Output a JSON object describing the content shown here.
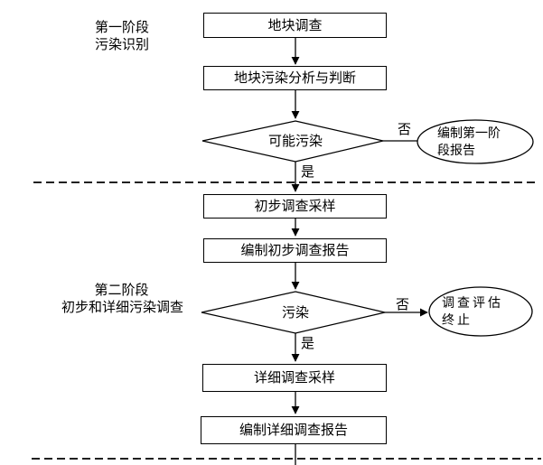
{
  "colors": {
    "line": "#000000",
    "background": "#ffffff"
  },
  "stages": {
    "stage1": {
      "line1": "第一阶段",
      "line2": "污染识别"
    },
    "stage2": {
      "line1": "第二阶段",
      "line2": "初步和详细污染调查"
    }
  },
  "nodes": {
    "site_survey": "地块调查",
    "pollution_analysis": "地块污染分析与判断",
    "decision_possible_pollution": "可能污染",
    "first_stage_report_line1": "编制第一阶",
    "first_stage_report_line2": "段报告",
    "preliminary_sampling": "初步调查采样",
    "preliminary_report": "编制初步调查报告",
    "decision_pollution": "污染",
    "terminate_line1": "调查评估",
    "terminate_line2": "终止",
    "detailed_sampling": "详细调查采样",
    "detailed_report": "编制详细调查报告"
  },
  "edge_labels": {
    "no1": "否",
    "yes1": "是",
    "no2": "否",
    "yes2": "是"
  }
}
